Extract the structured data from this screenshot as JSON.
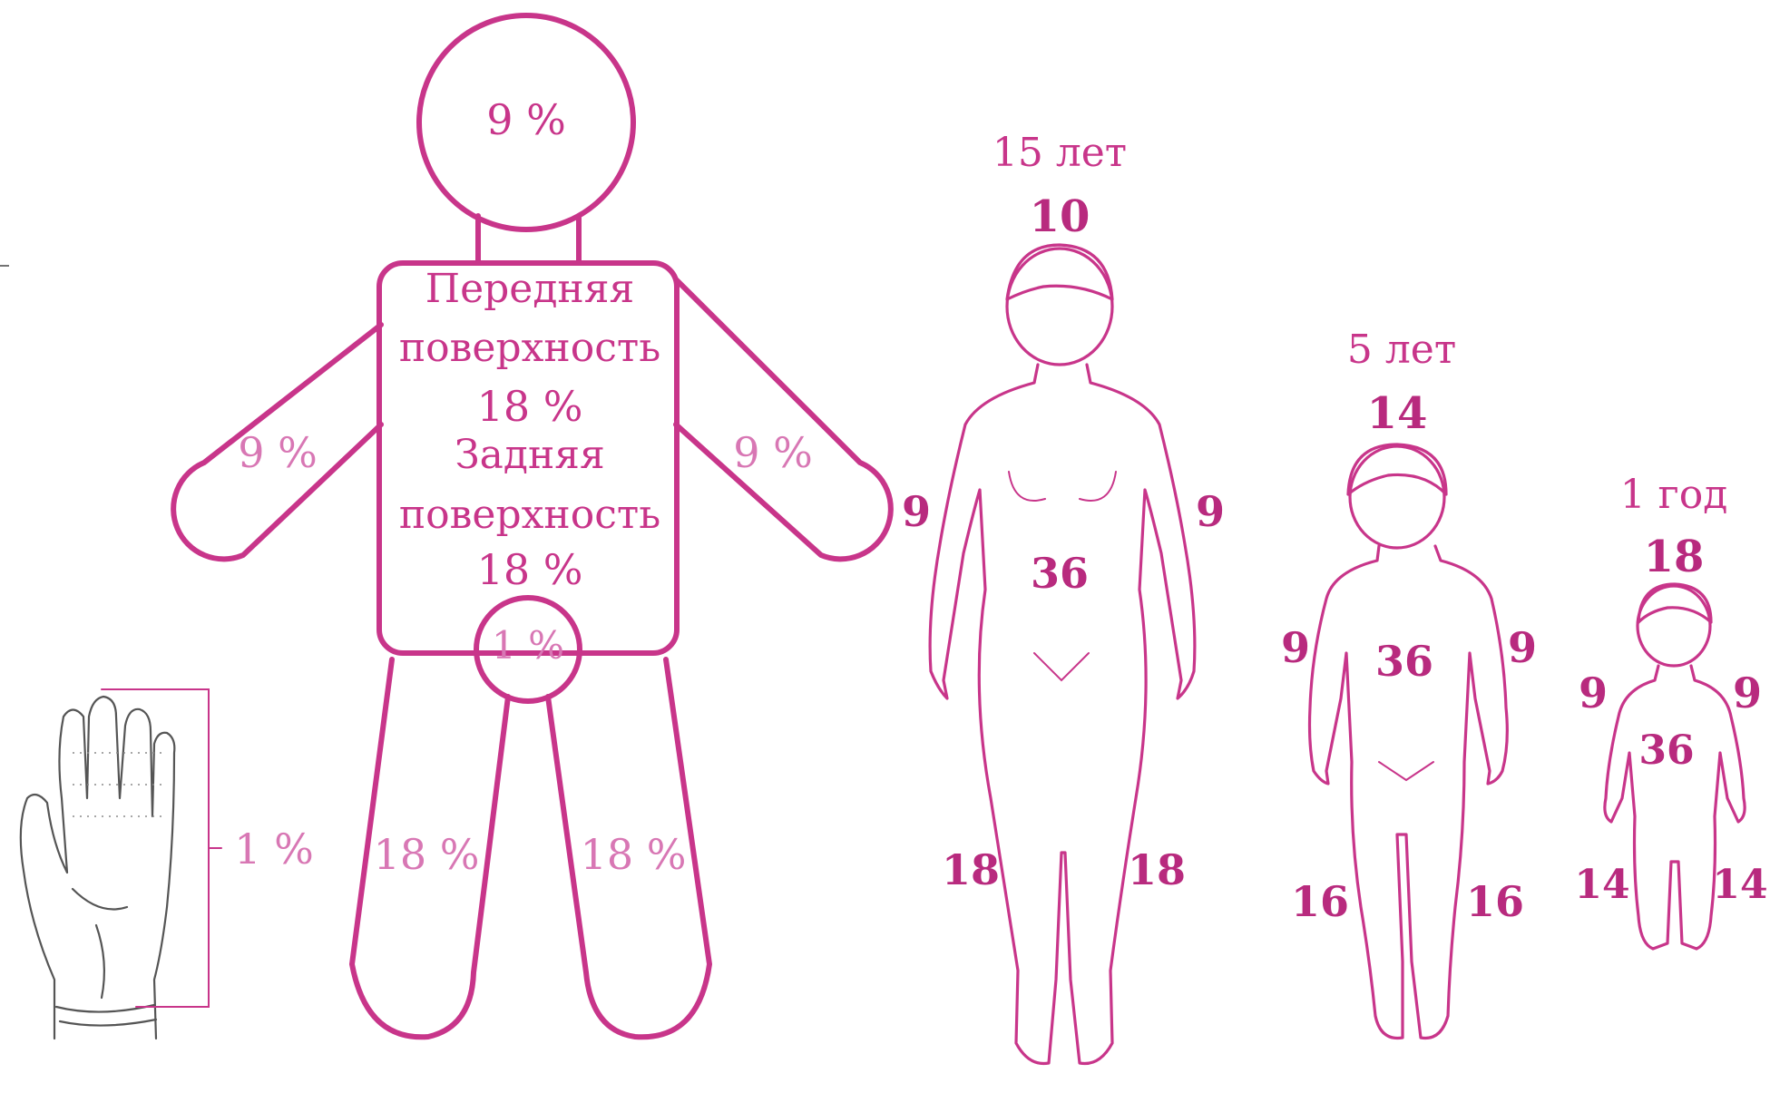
{
  "scheme": {
    "head": "9 %",
    "trunk_front_title": "Передняя",
    "trunk_front_word": "поверхность",
    "trunk_front_value": "18 %",
    "trunk_back_title": "Задняя",
    "trunk_back_word": "поверхность",
    "trunk_back_value": "18 %",
    "groin": "1 %",
    "left_arm": "9 %",
    "right_arm": "9 %",
    "left_leg": "18 %",
    "right_leg": "18 %",
    "palm": "1 %"
  },
  "figures": [
    {
      "age": "15 лет",
      "head": "10",
      "arm_left": "9",
      "arm_right": "9",
      "trunk": "36",
      "leg_left": "18",
      "leg_right": "18"
    },
    {
      "age": "5 лет",
      "head": "14",
      "arm_left": "9",
      "arm_right": "9",
      "trunk": "36",
      "leg_left": "16",
      "leg_right": "16"
    },
    {
      "age": "1 год",
      "head": "18",
      "arm_left": "9",
      "arm_right": "9",
      "trunk": "36",
      "leg_left": "14",
      "leg_right": "14"
    }
  ],
  "colors": {
    "accent": "#c8358a",
    "accent_light": "#d877b4",
    "hand_sketch": "#555555"
  }
}
